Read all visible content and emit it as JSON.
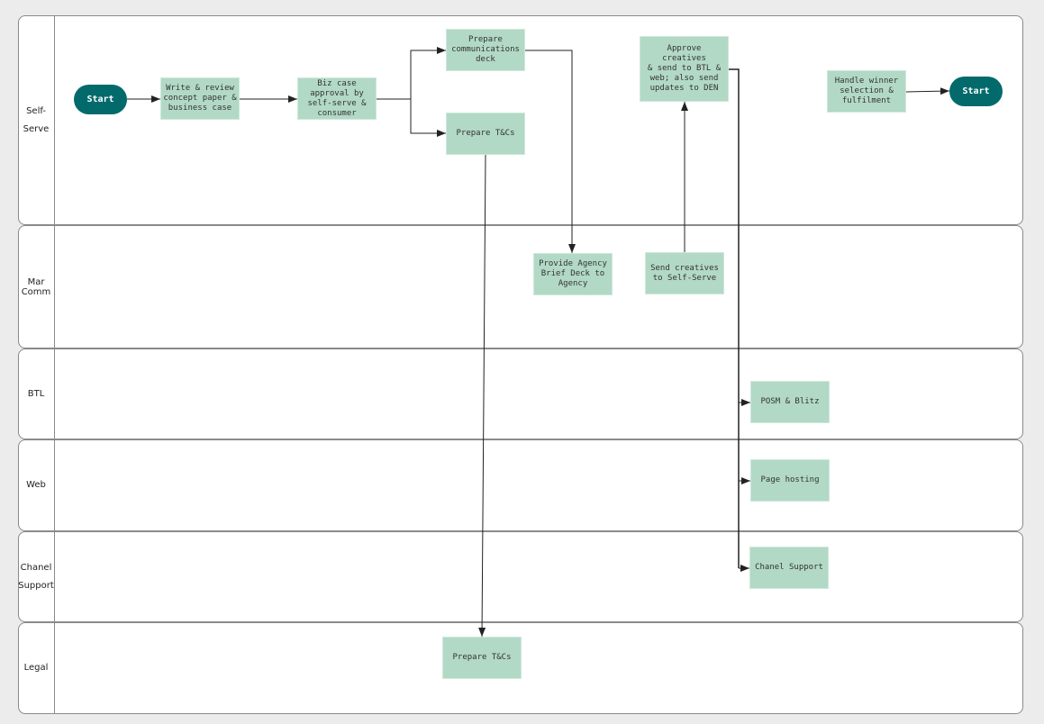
{
  "lanes": [
    "Self-Serve",
    "Mar\nComm",
    "BTL",
    "Web",
    "Chanel\nSupport",
    "Legal"
  ],
  "nodes": {
    "start1": "Start",
    "write": "Write & review\nconcept paper &\nbusiness case",
    "biz": "Biz case\napproval by\nself-serve &\nconsumer",
    "comms": "Prepare\ncommunications\ndeck",
    "tc1": "Prepare T&Cs",
    "approve": "Approve\ncreatives\n& send to BTL &\nweb; also send\nupdates to DEN",
    "handle": "Handle winner\nselection &\nfulfilment",
    "start2": "Start",
    "agency": "Provide Agency\nBrief Deck to\nAgency",
    "send": "Send creatives\nto Self-Serve",
    "posm": "POSM & Blitz",
    "page": "Page hosting",
    "chanel": "Chanel Support",
    "tc2": "Prepare T&Cs"
  },
  "colors": {
    "box": "#b2d9c6",
    "terminal": "#036a6c"
  }
}
